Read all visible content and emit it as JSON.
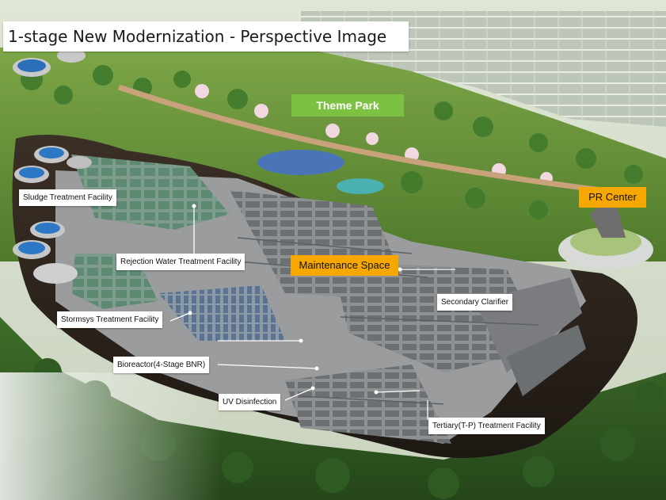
{
  "title": "1-stage New Modernization - Perspective Image",
  "highlight_labels": {
    "theme_park": "Theme Park",
    "pr_center": "PR Center",
    "maintenance_space": "Maintenance Space"
  },
  "facility_labels": {
    "sludge": "Sludge Treatment Facility",
    "rejection_water": "Rejection Water Treatment Facility",
    "stormsys": "Stormsys Treatment Facility",
    "bioreactor": "Bioreactor(4-Stage BNR)",
    "uv": "UV Disinfection",
    "secondary_clarifier": "Secondary Clarifier",
    "tertiary": "Tertiary(T-P) Treatment Facility"
  },
  "colors": {
    "theme_park_bg": "#7dc142",
    "orange_tag_bg": "#f7a800",
    "label_bg": "#ffffff"
  }
}
